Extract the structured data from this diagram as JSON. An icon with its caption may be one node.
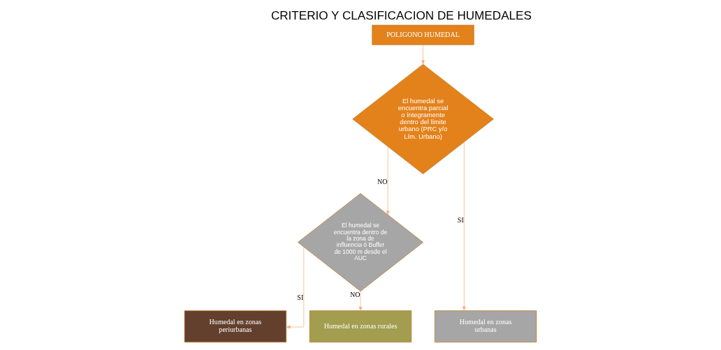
{
  "diagram": {
    "title": "CRITERIO Y CLASIFICACION DE HUMEDALES",
    "nodes": [
      {
        "text": [
          "POLIGONO HUMEDAL"
        ]
      },
      {
        "text": [
          "El humedal se encuentra parcial o íntegramente dentro del límite urbano (PRC y/o Lím. Urbano)"
        ]
      },
      {
        "text": [
          "El humedal se encuentra dentro de la zona de influencia ó Buffer de 1000 m desde el AUC"
        ]
      },
      {
        "text": [
          "Humedal en zonas urbanas"
        ]
      },
      {
        "text": [
          "Humedal en zonas periurbanas"
        ]
      },
      {
        "text": [
          "Humedal en zonas rurales"
        ]
      }
    ],
    "edges": [
      {
        "from": 0,
        "to": 1,
        "arrow": "to"
      },
      {
        "from": 1,
        "to": 3,
        "label": "SI",
        "arrow": "to"
      },
      {
        "from": 1,
        "to": 2,
        "label": "NO",
        "arrow": "to"
      },
      {
        "from": 2,
        "to": 4,
        "label": "SI",
        "arrow": "to"
      },
      {
        "from": 2,
        "to": 5,
        "label": "NO",
        "arrow": "to"
      }
    ]
  }
}
